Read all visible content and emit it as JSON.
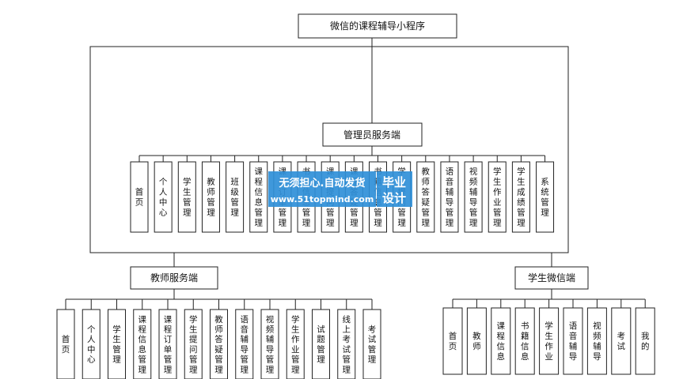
{
  "root": {
    "label": "微信的课程辅导小程序"
  },
  "admin": {
    "label": "管理员服务端",
    "items": [
      "首页",
      "个人中心",
      "学生管理",
      "教师管理",
      "班级管理",
      "课程信息管理",
      "课程订单管理",
      "书籍信息管理",
      "课程提问管理",
      "课程答疑管理",
      "书籍信息管理",
      "学生提问管理",
      "教师答疑管理",
      "语音辅导管理",
      "视频辅导管理",
      "学生作业管理",
      "学生成绩管理",
      "系统管理"
    ]
  },
  "teacher": {
    "label": "教师服务端",
    "items": [
      "首页",
      "个人中心",
      "学生管理",
      "课程信息管理",
      "课程订单管理",
      "学生提问管理",
      "教师答疑管理",
      "语音辅导管理",
      "视频辅导管理",
      "学生作业管理",
      "试题管理",
      "线上考试管理",
      "考试管理"
    ]
  },
  "student": {
    "label": "学生微信端",
    "items": [
      "首页",
      "教师",
      "课程信息",
      "书籍信息",
      "学生作业",
      "语音辅导",
      "视频辅导",
      "考试",
      "我的"
    ]
  },
  "watermark": {
    "line1": "无须担心.自动发货",
    "line2": "www.51topmind.com",
    "badge1": "毕业",
    "badge2": "设计"
  }
}
